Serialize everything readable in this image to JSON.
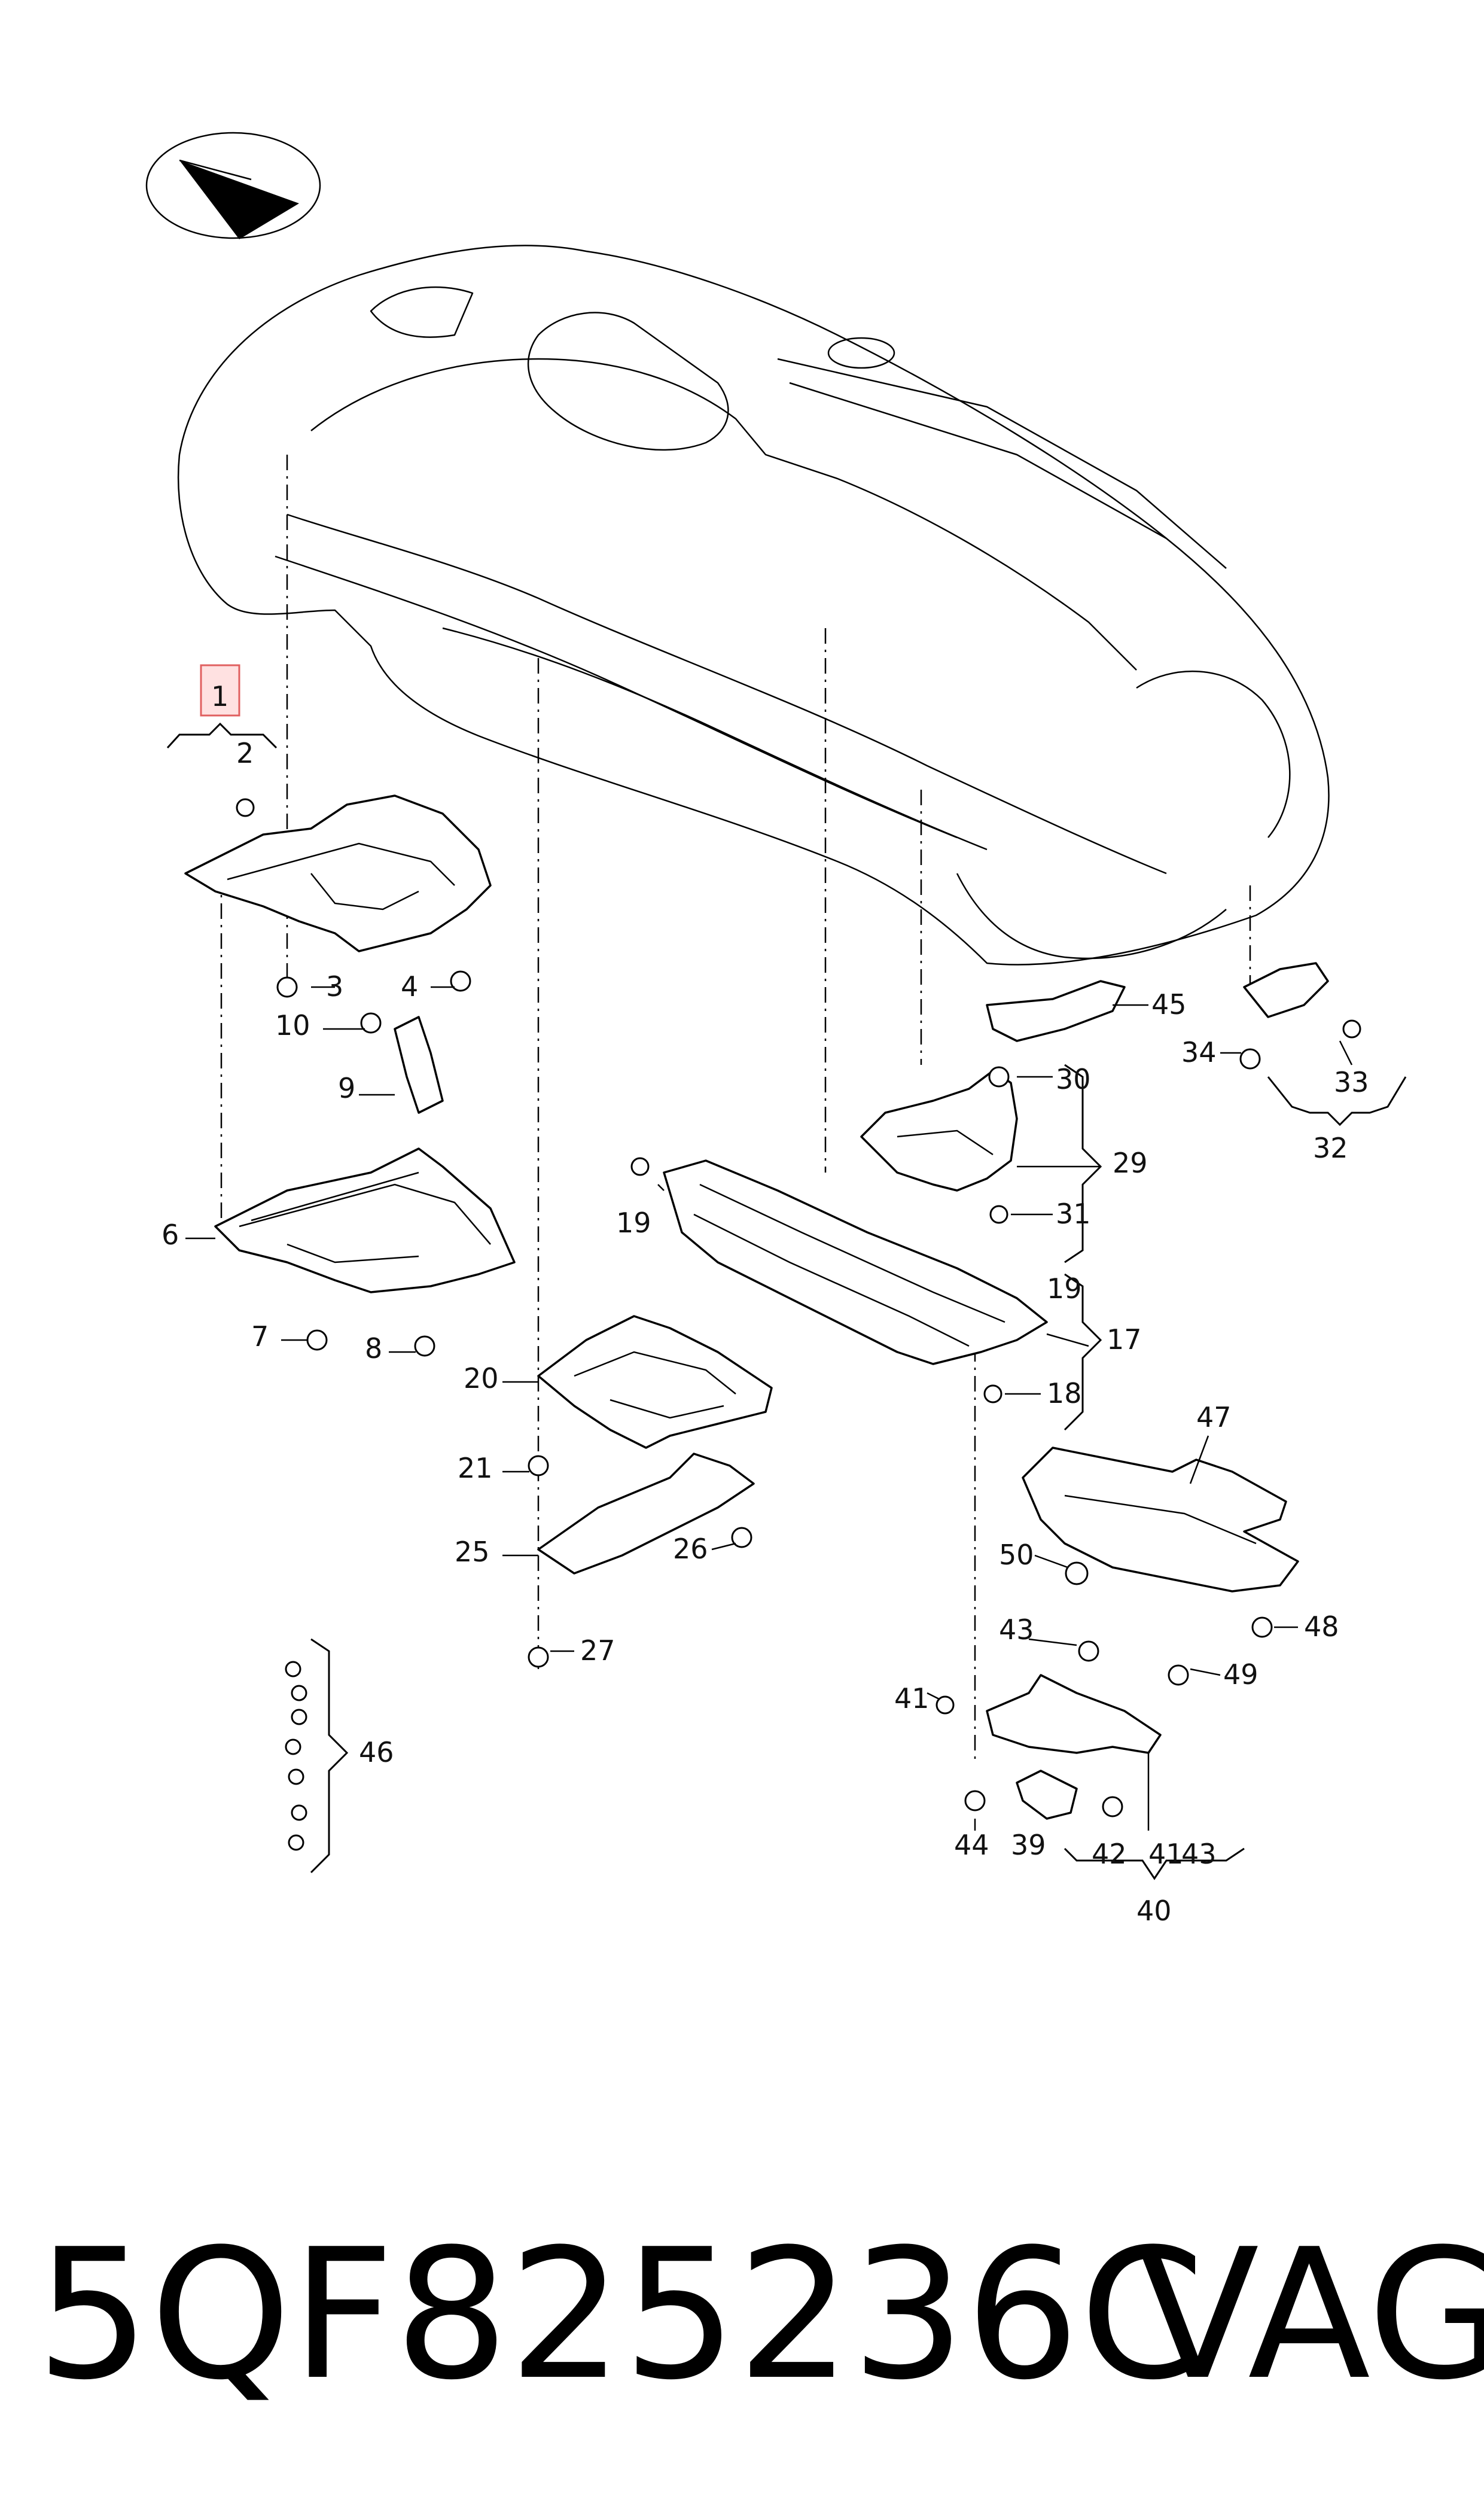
{
  "callouts": {
    "c1": "1",
    "c2": "2",
    "c3": "3",
    "c4": "4",
    "c6": "6",
    "c7": "7",
    "c8": "8",
    "c9": "9",
    "c10": "10",
    "c17": "17",
    "c18": "18",
    "c19a": "19",
    "c19b": "19",
    "c20": "20",
    "c21": "21",
    "c25": "25",
    "c26": "26",
    "c27": "27",
    "c29": "29",
    "c30": "30",
    "c31": "31",
    "c32": "32",
    "c33": "33",
    "c34": "34",
    "c39": "39",
    "c40": "40",
    "c41a": "41",
    "c41b": "41",
    "c42": "42",
    "c43a": "43",
    "c43b": "43",
    "c44": "44",
    "c45": "45",
    "c46": "46",
    "c47": "47",
    "c48": "48",
    "c49": "49",
    "c50": "50"
  },
  "highlighted_callout": "1",
  "highlight_color": "#f4b6b6",
  "line_color": "#000000",
  "footer": {
    "part_number": "5QF825236C",
    "brand": "VAG"
  }
}
